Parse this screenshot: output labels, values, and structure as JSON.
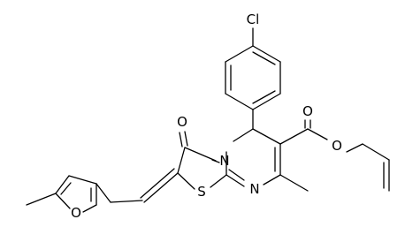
{
  "molecule": {
    "atoms": {
      "chlorine": "Cl",
      "carbonyl_oxygen": "O",
      "ester_oxygen_double": "O",
      "ester_oxygen_single": "O",
      "thiazole_sulfur": "S",
      "ring_nitrogen_top": "N",
      "ring_nitrogen_bottom": "N",
      "furan_oxygen": "O"
    }
  }
}
